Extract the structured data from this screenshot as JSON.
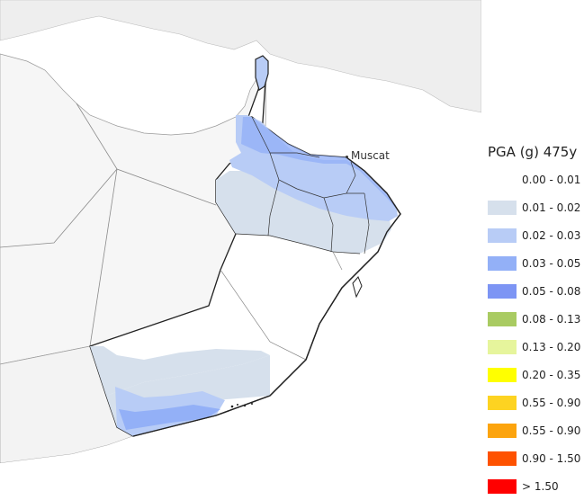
{
  "map": {
    "city": "Muscat"
  },
  "legend": {
    "title": "PGA (g) 475y",
    "items": [
      {
        "label": "0.00 - 0.01",
        "color": "#ffffff"
      },
      {
        "label": "0.01 - 0.02",
        "color": "#d6e0ec"
      },
      {
        "label": "0.02 - 0.03",
        "color": "#b8ccf6"
      },
      {
        "label": "0.03 - 0.05",
        "color": "#93b0f7"
      },
      {
        "label": "0.05 - 0.08",
        "color": "#7d95f4"
      },
      {
        "label": "0.08 - 0.13",
        "color": "#a9cb62"
      },
      {
        "label": "0.13 - 0.20",
        "color": "#e6f59c"
      },
      {
        "label": "0.20 - 0.35",
        "color": "#ffff00"
      },
      {
        "label": "0.55 - 0.90",
        "color": "#fdd321"
      },
      {
        "label": "0.55 - 0.90",
        "color": "#fca40e"
      },
      {
        "label": "0.90 - 1.50",
        "color": "#fe5200"
      },
      {
        "label": "> 1.50",
        "color": "#ff0000"
      }
    ]
  }
}
